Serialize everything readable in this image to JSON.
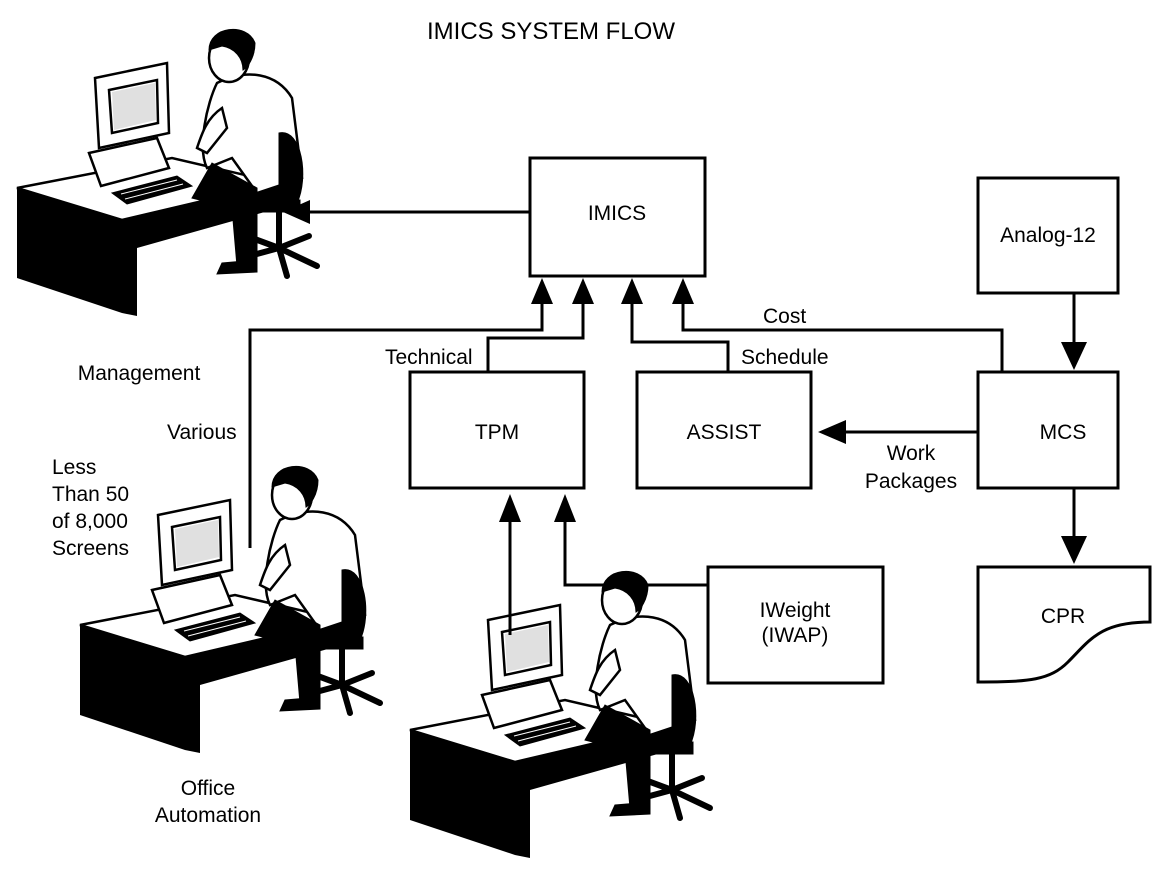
{
  "title": "IMICS SYSTEM FLOW",
  "nodes": {
    "imics": "IMICS",
    "analog": "Analog-12",
    "tpm": "TPM",
    "assist": "ASSIST",
    "mcs": "MCS",
    "iweight": [
      "IWeight",
      "(IWAP)"
    ],
    "cpr": "CPR"
  },
  "edge_labels": {
    "cost": "Cost",
    "technical": "Technical",
    "schedule": "Schedule",
    "various": "Various",
    "work_packages": [
      "Work",
      "Packages"
    ]
  },
  "actors": {
    "management": "Management",
    "screens_note": [
      "Less",
      "Than 50",
      "of 8,000",
      "Screens"
    ],
    "office_automation": [
      "Office",
      "Automation"
    ]
  }
}
